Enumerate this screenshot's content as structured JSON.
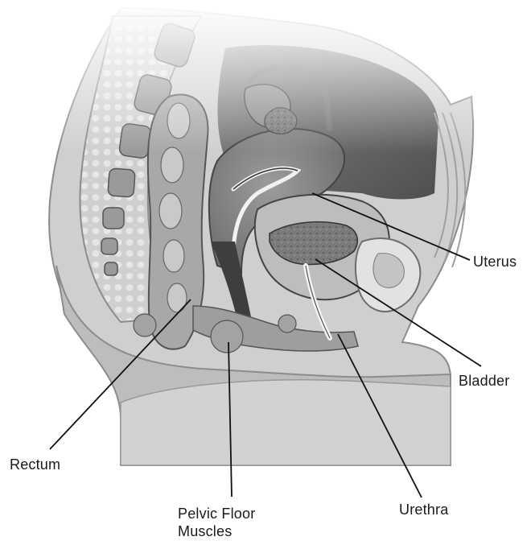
{
  "labels": {
    "uterus": "Uterus",
    "bladder": "Bladder",
    "rectum": "Rectum",
    "urethra": "Urethra",
    "pelvic_floor_line1": "Pelvic Floor",
    "pelvic_floor_line2": "Muscles"
  },
  "colors": {
    "skin": "#c8c8c8",
    "light_tissue": "#d9d9d9",
    "mid_tissue": "#a6a6a6",
    "dark_tissue": "#5e5e5e",
    "cavity": "#6f6f6f",
    "line": "#111111"
  }
}
